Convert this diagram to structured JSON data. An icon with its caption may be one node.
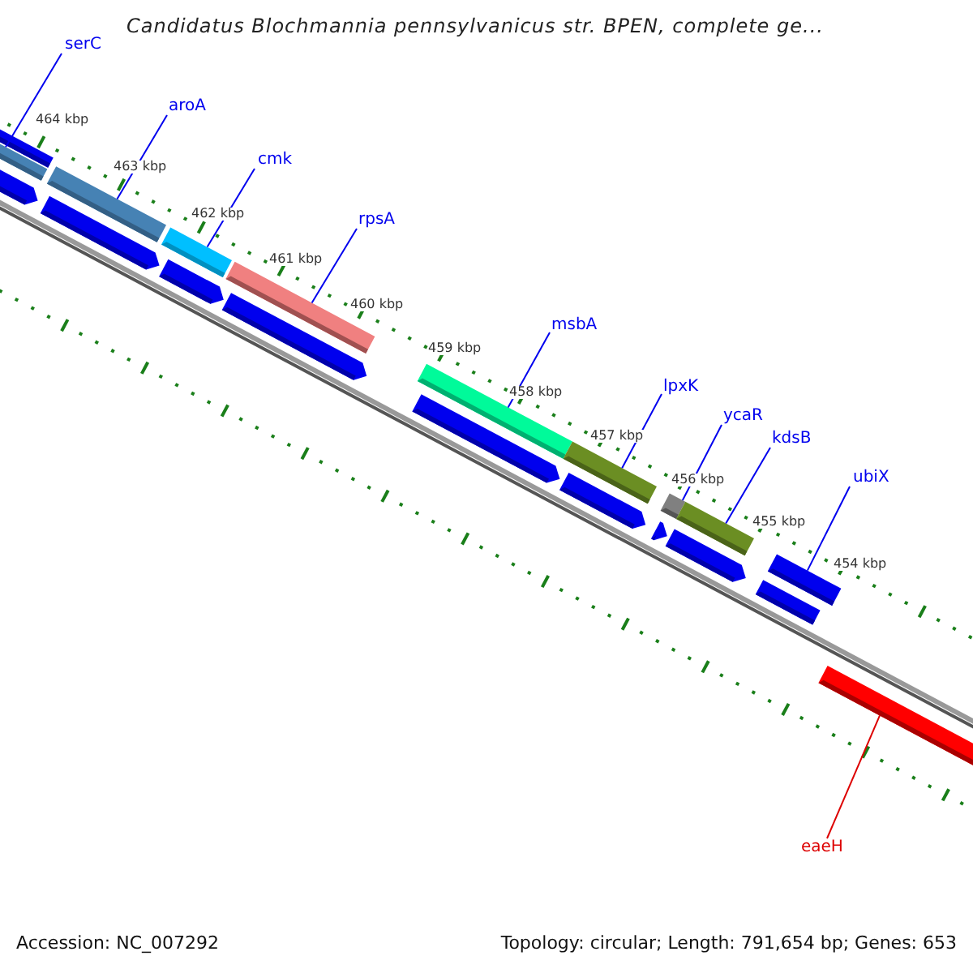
{
  "diagram": {
    "title": "Candidatus Blochmannia pennsylvanicus str. BPEN, complete ge...",
    "nodes": [
      {
        "text": [
          "serC"
        ]
      },
      {
        "text": [
          "aroA"
        ]
      },
      {
        "text": [
          "cmk"
        ]
      },
      {
        "text": [
          "rpsA"
        ]
      },
      {
        "text": [
          "msbA"
        ]
      },
      {
        "text": [
          "lpxK"
        ]
      },
      {
        "text": [
          "ycaR"
        ]
      },
      {
        "text": [
          "kdsB"
        ]
      },
      {
        "text": [
          "ubiX"
        ]
      },
      {
        "text": [
          "eaeH"
        ]
      },
      {
        "text": [],
        "shape": "bar"
      },
      {
        "text": [],
        "shape": "bar"
      },
      {
        "text": [],
        "shape": "bar"
      },
      {
        "text": [],
        "shape": "bar"
      },
      {
        "text": [],
        "shape": "bar"
      },
      {
        "text": [],
        "shape": "bar"
      },
      {
        "text": [],
        "shape": "bar"
      },
      {
        "text": [],
        "shape": "bar"
      },
      {
        "text": [],
        "shape": "bar"
      },
      {
        "text": [],
        "shape": "bar"
      }
    ],
    "edges": [
      {
        "from": 0,
        "to": 10,
        "arrow": "none"
      },
      {
        "from": 1,
        "to": 11,
        "arrow": "none"
      },
      {
        "from": 2,
        "to": 12,
        "arrow": "none"
      },
      {
        "from": 3,
        "to": 13,
        "arrow": "none"
      },
      {
        "from": 4,
        "to": 14,
        "arrow": "none"
      },
      {
        "from": 5,
        "to": 15,
        "arrow": "none"
      },
      {
        "from": 6,
        "to": 16,
        "arrow": "none"
      },
      {
        "from": 7,
        "to": 17,
        "arrow": "none"
      },
      {
        "from": 8,
        "to": 18,
        "arrow": "none"
      },
      {
        "from": 9,
        "to": 19,
        "arrow": "none",
        "color": "#dd0000"
      }
    ],
    "labels": [
      "464 kbp",
      "463 kbp",
      "462 kbp",
      "461 kbp",
      "460 kbp",
      "459 kbp",
      "458 kbp",
      "457 kbp",
      "456 kbp",
      "455 kbp",
      "454 kbp",
      "Accession: NC_007292",
      "Topology: circular; Length: 791,654 bp; Genes: 653"
    ]
  }
}
